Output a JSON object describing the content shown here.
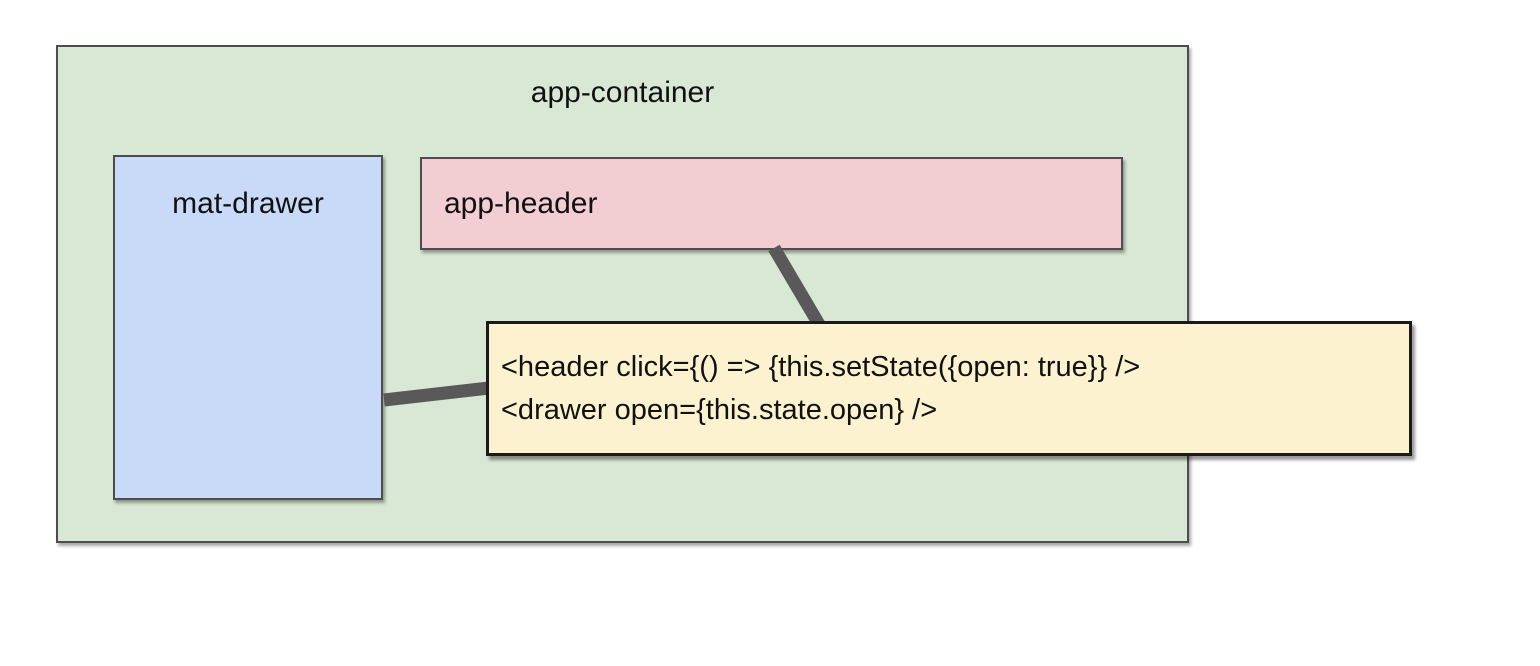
{
  "diagram": {
    "container": {
      "label": "app-container"
    },
    "drawer": {
      "label": "mat-drawer"
    },
    "header": {
      "label": "app-header"
    },
    "code_note": {
      "line1": "<header click={() => {this.setState({open: true}} />",
      "line2": "<drawer open={this.state.open} />"
    }
  },
  "colors": {
    "container_fill": "#d9e8d4",
    "drawer_fill": "#c9daf8",
    "header_fill": "#f2ced3",
    "note_fill": "#fdf2cf",
    "note_border": "#1a1a1a",
    "box_border": "#4d4d4d",
    "connector": "#595959"
  }
}
